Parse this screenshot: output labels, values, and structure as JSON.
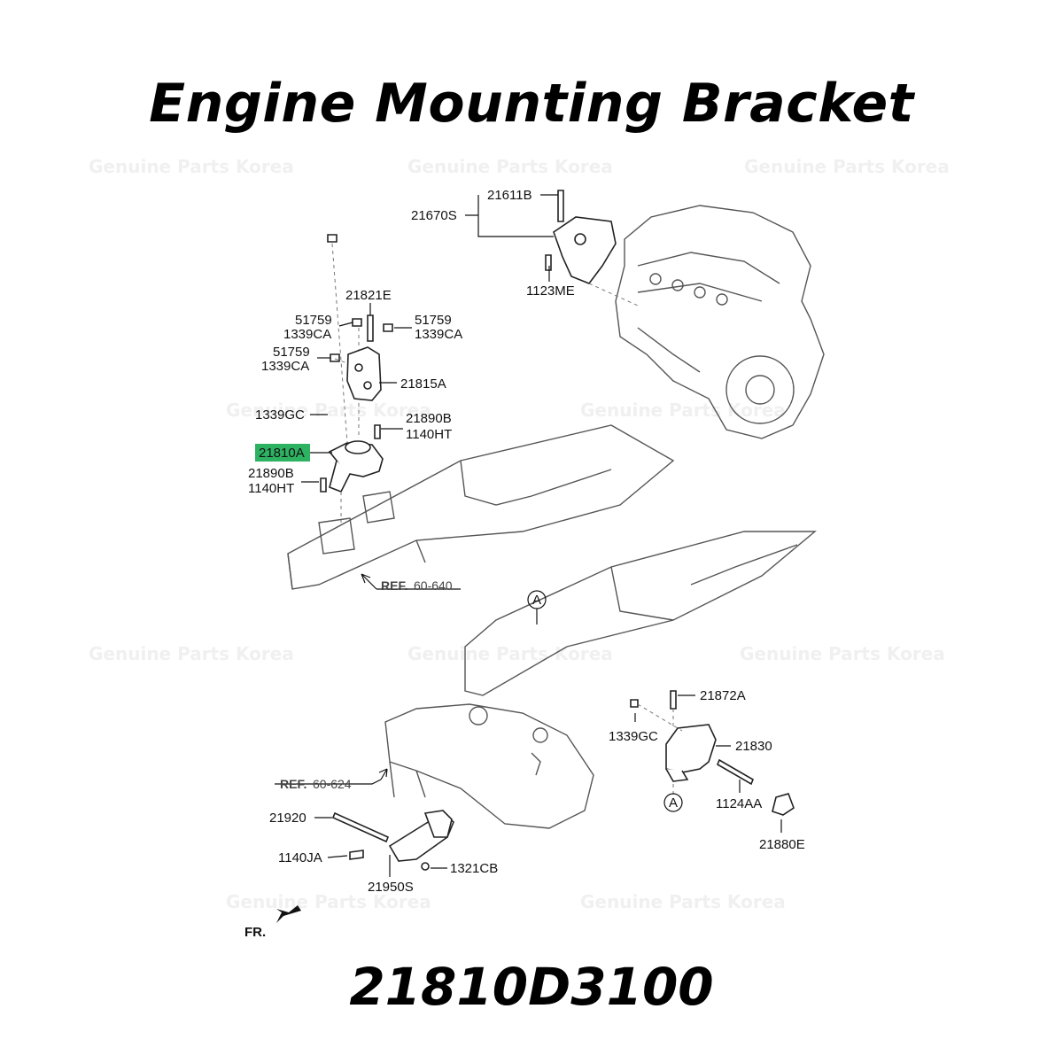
{
  "title": "Engine Mounting Bracket",
  "part_number": "21810D3100",
  "watermark": "Genuine Parts Korea",
  "highlight_color": "#2db262",
  "labels": {
    "l21611B": "21611B",
    "l21670S": "21670S",
    "l1123ME": "1123ME",
    "l21821E": "21821E",
    "l51759a": "51759",
    "l1339CAa": "1339CA",
    "l51759b": "51759",
    "l1339CAb": "1339CA",
    "l51759c": "51759",
    "l1339CAc": "1339CA",
    "l21815A": "21815A",
    "l1339GCa": "1339GC",
    "l21890Ba": "21890B",
    "l1140HTa": "1140HT",
    "l21810A": "21810A",
    "l21890Bb": "21890B",
    "l1140HTb": "1140HT",
    "refA_prefix": "REF.",
    "refA_value": "60-640",
    "circleA1": "A",
    "l21872A": "21872A",
    "l1339GCb": "1339GC",
    "l21830": "21830",
    "circleA2": "A",
    "l1124AA": "1124AA",
    "l21880E": "21880E",
    "refB_prefix": "REF.",
    "refB_value": "60-624",
    "l21920": "21920",
    "l1140JA": "1140JA",
    "l1321CB": "1321CB",
    "l21950S": "21950S",
    "fr": "FR."
  }
}
